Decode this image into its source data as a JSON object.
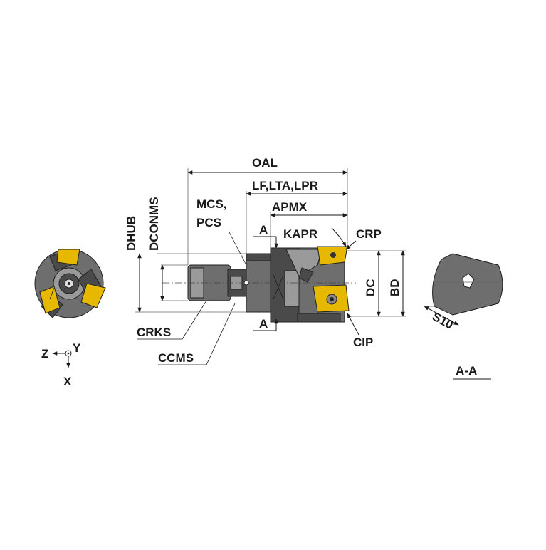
{
  "colors": {
    "body": "#6e6e6e",
    "body_dark": "#4a4a4a",
    "insert": "#e6b800",
    "line": "#1a1a1a"
  },
  "labels": {
    "oal": "OAL",
    "lf_lta_lpr": "LF,LTA,LPR",
    "apmx": "APMX",
    "a_top": "A",
    "kapr": "KAPR",
    "crp": "CRP",
    "mcs_line1": "MCS,",
    "mcs_line2": "PCS",
    "dhub": "DHUB",
    "dconms": "DCONMS",
    "dc": "DC",
    "bd": "BD",
    "a_bottom": "A",
    "cip": "CIP",
    "crks": "CRKS",
    "ccms": "CCMS",
    "axis_z": "Z",
    "axis_y": "Y",
    "axis_x": "X",
    "s10": "S10",
    "section": "A-A"
  },
  "icons": {
    "end_view": "cutter-end-view-icon",
    "axis_triad": "axis-triad-icon",
    "section_view": "section-a-a-icon"
  }
}
